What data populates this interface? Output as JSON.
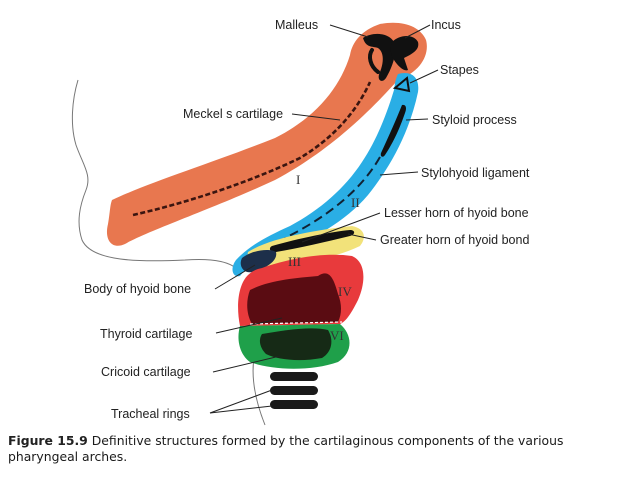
{
  "labels": {
    "malleus": "Malleus",
    "incus": "Incus",
    "stapes": "Stapes",
    "meckels_cartilage": "Meckel s cartilage",
    "styloid_process": "Styloid process",
    "stylohyoid_ligament": "Stylohyoid ligament",
    "lesser_horn": "Lesser horn of hyoid bone",
    "greater_horn": "Greater horn of hyoid bond",
    "body_of_hyoid": "Body of hyoid bone",
    "thyroid_cartilage": "Thyroid cartilage",
    "cricoid_cartilage": "Cricoid cartilage",
    "tracheal_rings": "Tracheal rings"
  },
  "arches": {
    "arch_1": "I",
    "arch_2": "II",
    "arch_3": "III",
    "arch_4": "IV",
    "arch_6": "VI"
  },
  "caption": {
    "label": "Figure 15.9",
    "text": "Definitive structures formed by the cartilaginous components of the various pharyngeal arches."
  },
  "colors": {
    "arch_1": "#e8774f",
    "arch_2": "#2aaee5",
    "arch_3": "#f2e27a",
    "arch_4": "#e83a3c",
    "arch_6": "#1fa04a",
    "cartilage_dark": "#5a0c12"
  }
}
